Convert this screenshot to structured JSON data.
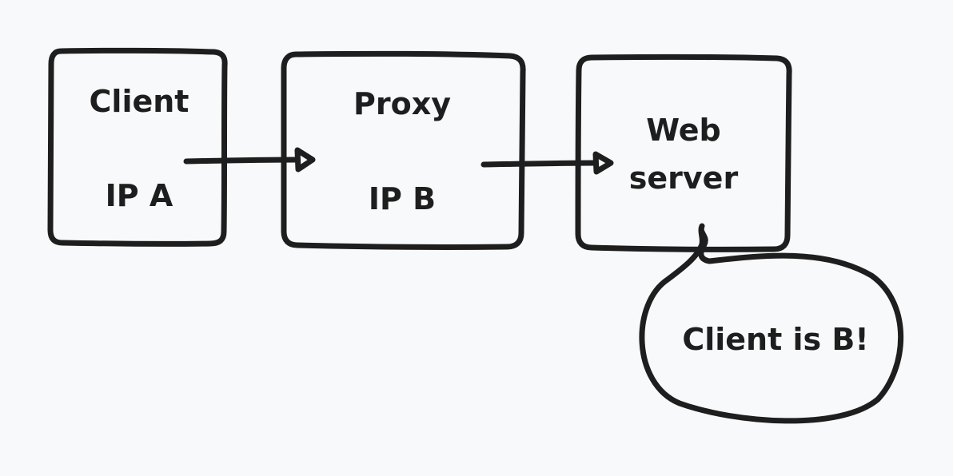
{
  "diagram": {
    "nodes": [
      {
        "id": "client",
        "title": "Client",
        "subtitle": "IP A"
      },
      {
        "id": "proxy",
        "title": "Proxy",
        "subtitle": "IP B"
      },
      {
        "id": "web-server",
        "title_line1": "Web",
        "title_line2": "server"
      }
    ],
    "edges": [
      {
        "from": "client",
        "to": "proxy"
      },
      {
        "from": "proxy",
        "to": "web-server"
      }
    ],
    "callout": {
      "attached_to": "web-server",
      "text": "Client is B!"
    }
  },
  "colors": {
    "background": "#f8f9fa",
    "stroke": "#1e1e1e"
  }
}
